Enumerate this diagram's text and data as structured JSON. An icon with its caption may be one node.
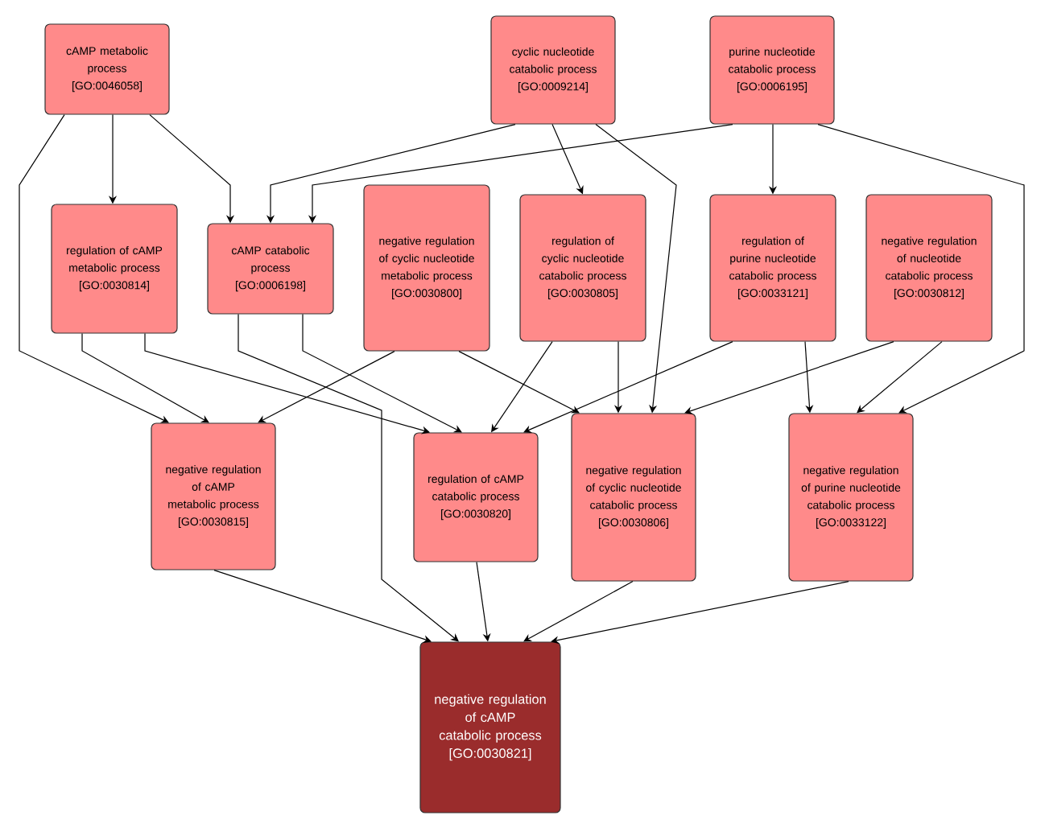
{
  "diagram": {
    "nodes": [
      {
        "text": [
          "cAMP metabolic process [GO:0046058]"
        ]
      },
      {
        "text": [
          "cyclic nucleotide catabolic process [GO:0009214]"
        ]
      },
      {
        "text": [
          "purine nucleotide catabolic process [GO:0006195]"
        ]
      },
      {
        "text": [
          "regulation of cAMP metabolic process [GO:0030814]"
        ]
      },
      {
        "text": [
          "cAMP catabolic process [GO:0006198]"
        ]
      },
      {
        "text": [
          "negative regulation of cyclic nucleotide metabolic process [GO:0030800]"
        ]
      },
      {
        "text": [
          "regulation of cyclic nucleotide catabolic process [GO:0030805]"
        ]
      },
      {
        "text": [
          "regulation of purine nucleotide catabolic process [GO:0033121]"
        ]
      },
      {
        "text": [
          "negative regulation of nucleotide catabolic process [GO:0030812]"
        ]
      },
      {
        "text": [
          "negative regulation of cAMP metabolic process [GO:0030815]"
        ]
      },
      {
        "text": [
          "regulation of cAMP catabolic process [GO:0030820]"
        ]
      },
      {
        "text": [
          "negative regulation of cyclic nucleotide catabolic process [GO:0030806]"
        ]
      },
      {
        "text": [
          "negative regulation of purine nucleotide catabolic process [GO:0033122]"
        ]
      },
      {
        "text": [
          "negative regulation of cAMP catabolic process [GO:0030821]"
        ]
      }
    ],
    "edges": [
      {
        "from": 0,
        "to": 3,
        "arrow": "to"
      },
      {
        "from": 0,
        "to": 4,
        "arrow": "to"
      },
      {
        "from": 0,
        "to": 9,
        "arrow": "to"
      },
      {
        "from": 1,
        "to": 4,
        "arrow": "to"
      },
      {
        "from": 2,
        "to": 4,
        "arrow": "to"
      },
      {
        "from": 1,
        "to": 6,
        "arrow": "to"
      },
      {
        "from": 1,
        "to": 11,
        "arrow": "to"
      },
      {
        "from": 2,
        "to": 7,
        "arrow": "to"
      },
      {
        "from": 2,
        "to": 12,
        "arrow": "to"
      },
      {
        "from": 3,
        "to": 9,
        "arrow": "to"
      },
      {
        "from": 3,
        "to": 10,
        "arrow": "to"
      },
      {
        "from": 5,
        "to": 9,
        "arrow": "to"
      },
      {
        "from": 4,
        "to": 10,
        "arrow": "to"
      },
      {
        "from": 4,
        "to": 13,
        "arrow": "to"
      },
      {
        "from": 5,
        "to": 11,
        "arrow": "to"
      },
      {
        "from": 6,
        "to": 10,
        "arrow": "to"
      },
      {
        "from": 6,
        "to": 11,
        "arrow": "to"
      },
      {
        "from": 7,
        "to": 10,
        "arrow": "to"
      },
      {
        "from": 7,
        "to": 12,
        "arrow": "to"
      },
      {
        "from": 8,
        "to": 11,
        "arrow": "to"
      },
      {
        "from": 8,
        "to": 12,
        "arrow": "to"
      },
      {
        "from": 9,
        "to": 13,
        "arrow": "to"
      },
      {
        "from": 10,
        "to": 13,
        "arrow": "to"
      },
      {
        "from": 11,
        "to": 13,
        "arrow": "to"
      },
      {
        "from": 12,
        "to": 13,
        "arrow": "to"
      }
    ]
  }
}
